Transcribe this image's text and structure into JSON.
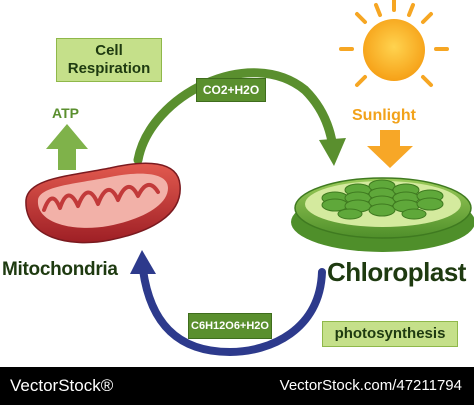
{
  "labels": {
    "cell_respiration_line1": "Cell",
    "cell_respiration_line2": "Respiration",
    "atp": "ATP",
    "co2_h2o": "CO2+H2O",
    "sunlight": "Sunlight",
    "mitochondria": "Mitochondria",
    "chloroplast": "Chloroplast",
    "glucose_water": "C6H12O6+H2O",
    "photosynthesis": "photosynthesis"
  },
  "footer": {
    "brand": "VectorStock®",
    "credit": "VectorStock.com/47211794"
  },
  "colors": {
    "green_arrow": "#5a8f2e",
    "blue_arrow": "#2d3a8c",
    "label_box": "#c5e08a",
    "sun": "#f7b52a",
    "mitochondria": "#c83a3a",
    "chloroplast": "#6fae3a"
  },
  "icons": [
    "sun-icon",
    "mitochondria-icon",
    "chloroplast-icon",
    "atp-arrow-icon",
    "sunlight-arrow-icon"
  ]
}
